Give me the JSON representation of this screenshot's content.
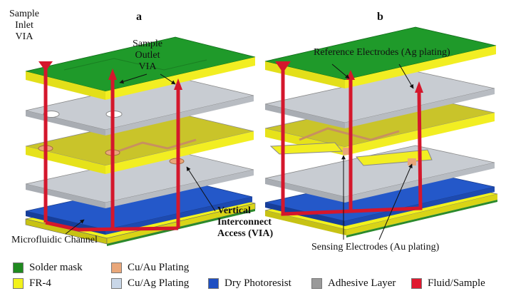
{
  "panels": {
    "a": "a",
    "b": "b"
  },
  "labels": {
    "sample_inlet": [
      "Sample",
      "Inlet",
      "VIA"
    ],
    "sample_outlet": [
      "Sample",
      "Outlet",
      "VIA"
    ],
    "microfluidic_channel": "Microfluidic Channel",
    "via": [
      "Vertical",
      "Interconnect",
      "Access (",
      "VIA",
      ")"
    ],
    "reference_electrodes": "Reference Electrodes (Ag plating)",
    "sensing_electrodes": "Sensing Electrodes (Au plating)"
  },
  "legend": [
    {
      "label": "Solder mask",
      "color": "#1f8a1f"
    },
    {
      "label": "FR-4",
      "color": "#f2f21c"
    },
    {
      "label": "Cu/Au Plating",
      "color": "#e9a77a"
    },
    {
      "label": "Cu/Ag Plating",
      "color": "#c9d7e8"
    },
    {
      "label": "Dry Photoresist",
      "color": "#1f4fc2"
    },
    {
      "label": "Adhesive Layer",
      "color": "#9a9a9a"
    },
    {
      "label": "Fluid/Sample",
      "color": "#e0182f"
    }
  ]
}
